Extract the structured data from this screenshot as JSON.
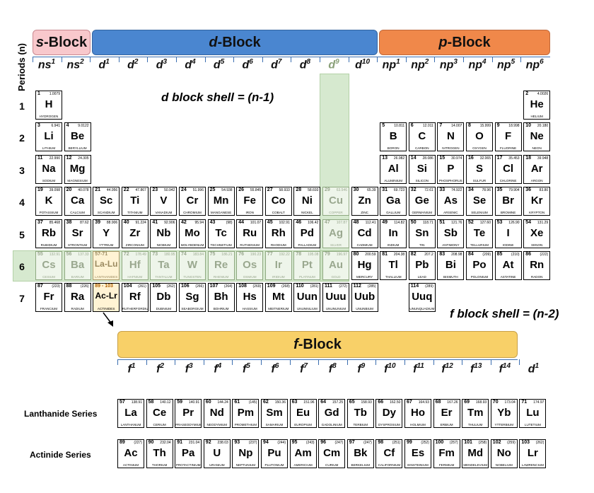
{
  "blocks": {
    "s": {
      "prefix": "s",
      "suffix": "-Block",
      "color": "#f8c8cc"
    },
    "d": {
      "prefix": "d",
      "suffix": "-Block",
      "color": "#4a86d0"
    },
    "p": {
      "prefix": "p",
      "suffix": "-Block",
      "color": "#f0884a"
    },
    "f": {
      "prefix": "f",
      "suffix": "-Block",
      "color": "#f8d068"
    }
  },
  "periods_label": "Periods (n)",
  "period_numbers": [
    "1",
    "2",
    "3",
    "4",
    "5",
    "6",
    "7"
  ],
  "orbitals_top": [
    {
      "b": "ns",
      "s": "1"
    },
    {
      "b": "ns",
      "s": "2"
    },
    {
      "b": "d",
      "s": "1"
    },
    {
      "b": "d",
      "s": "2"
    },
    {
      "b": "d",
      "s": "3"
    },
    {
      "b": "d",
      "s": "4"
    },
    {
      "b": "d",
      "s": "5"
    },
    {
      "b": "d",
      "s": "6"
    },
    {
      "b": "d",
      "s": "7"
    },
    {
      "b": "d",
      "s": "8"
    },
    {
      "b": "d",
      "s": "9"
    },
    {
      "b": "d",
      "s": "10"
    },
    {
      "b": "np",
      "s": "1"
    },
    {
      "b": "np",
      "s": "2"
    },
    {
      "b": "np",
      "s": "3"
    },
    {
      "b": "np",
      "s": "4"
    },
    {
      "b": "np",
      "s": "5"
    },
    {
      "b": "np",
      "s": "6"
    }
  ],
  "orbitals_f": [
    {
      "b": "f",
      "s": "1"
    },
    {
      "b": "f",
      "s": "2"
    },
    {
      "b": "f",
      "s": "3"
    },
    {
      "b": "f",
      "s": "4"
    },
    {
      "b": "f",
      "s": "5"
    },
    {
      "b": "f",
      "s": "6"
    },
    {
      "b": "f",
      "s": "7"
    },
    {
      "b": "f",
      "s": "8"
    },
    {
      "b": "f",
      "s": "9"
    },
    {
      "b": "f",
      "s": "10"
    },
    {
      "b": "f",
      "s": "11"
    },
    {
      "b": "f",
      "s": "12"
    },
    {
      "b": "f",
      "s": "13"
    },
    {
      "b": "f",
      "s": "14"
    },
    {
      "b": "d",
      "s": "1"
    }
  ],
  "shell_d": "d block shell = (n-1)",
  "shell_f": "f block shell = (n-2)",
  "lanthanide_label": "Lanthanide Series",
  "actinide_label": "Actinide Series",
  "elements": [
    {
      "n": "1",
      "m": "1.0079",
      "s": "H",
      "name": "HYDROGEN",
      "row": 1,
      "col": 1
    },
    {
      "n": "2",
      "m": "4.0026",
      "s": "He",
      "name": "HELIUM",
      "row": 1,
      "col": 18
    },
    {
      "n": "3",
      "m": "6.941",
      "s": "Li",
      "name": "LITHIUM",
      "row": 2,
      "col": 1
    },
    {
      "n": "4",
      "m": "9.0122",
      "s": "Be",
      "name": "BERYLLIUM",
      "row": 2,
      "col": 2
    },
    {
      "n": "5",
      "m": "10.811",
      "s": "B",
      "name": "BORON",
      "row": 2,
      "col": 13
    },
    {
      "n": "6",
      "m": "12.011",
      "s": "C",
      "name": "CARBON",
      "row": 2,
      "col": 14
    },
    {
      "n": "7",
      "m": "14.007",
      "s": "N",
      "name": "NITROGEN",
      "row": 2,
      "col": 15
    },
    {
      "n": "8",
      "m": "15.999",
      "s": "O",
      "name": "OXYGEN",
      "row": 2,
      "col": 16
    },
    {
      "n": "9",
      "m": "18.998",
      "s": "F",
      "name": "FLUORINE",
      "row": 2,
      "col": 17
    },
    {
      "n": "10",
      "m": "20.180",
      "s": "Ne",
      "name": "NEON",
      "row": 2,
      "col": 18
    },
    {
      "n": "11",
      "m": "22.990",
      "s": "Na",
      "name": "SODIUM",
      "row": 3,
      "col": 1
    },
    {
      "n": "12",
      "m": "24.305",
      "s": "Mg",
      "name": "MAGNESIUM",
      "row": 3,
      "col": 2
    },
    {
      "n": "13",
      "m": "26.982",
      "s": "Al",
      "name": "ALUMINIUM",
      "row": 3,
      "col": 13
    },
    {
      "n": "14",
      "m": "28.086",
      "s": "Si",
      "name": "SILICON",
      "row": 3,
      "col": 14
    },
    {
      "n": "15",
      "m": "30.974",
      "s": "P",
      "name": "PHOSPHORUS",
      "row": 3,
      "col": 15
    },
    {
      "n": "16",
      "m": "32.065",
      "s": "S",
      "name": "SULFUR",
      "row": 3,
      "col": 16
    },
    {
      "n": "17",
      "m": "35.453",
      "s": "Cl",
      "name": "CHLORINE",
      "row": 3,
      "col": 17
    },
    {
      "n": "18",
      "m": "39.948",
      "s": "Ar",
      "name": "ARGON",
      "row": 3,
      "col": 18
    },
    {
      "n": "19",
      "m": "39.098",
      "s": "K",
      "name": "POTASSIUM",
      "row": 4,
      "col": 1
    },
    {
      "n": "20",
      "m": "40.078",
      "s": "Ca",
      "name": "CALCIUM",
      "row": 4,
      "col": 2
    },
    {
      "n": "21",
      "m": "44.956",
      "s": "Sc",
      "name": "SCANDIUM",
      "row": 4,
      "col": 3
    },
    {
      "n": "22",
      "m": "47.867",
      "s": "Ti",
      "name": "TITANIUM",
      "row": 4,
      "col": 4
    },
    {
      "n": "23",
      "m": "50.942",
      "s": "V",
      "name": "VANADIUM",
      "row": 4,
      "col": 5
    },
    {
      "n": "24",
      "m": "51.996",
      "s": "Cr",
      "name": "CHROMIUM",
      "row": 4,
      "col": 6
    },
    {
      "n": "25",
      "m": "54.938",
      "s": "Mn",
      "name": "MANGANESE",
      "row": 4,
      "col": 7
    },
    {
      "n": "26",
      "m": "55.845",
      "s": "Fe",
      "name": "IRON",
      "row": 4,
      "col": 8
    },
    {
      "n": "27",
      "m": "58.933",
      "s": "Co",
      "name": "COBALT",
      "row": 4,
      "col": 9
    },
    {
      "n": "28",
      "m": "58.693",
      "s": "Ni",
      "name": "NICKEL",
      "row": 4,
      "col": 10
    },
    {
      "n": "29",
      "m": "63.546",
      "s": "Cu",
      "name": "COPPER",
      "row": 4,
      "col": 11,
      "fade": "g"
    },
    {
      "n": "30",
      "m": "65.39",
      "s": "Zn",
      "name": "ZINC",
      "row": 4,
      "col": 12
    },
    {
      "n": "31",
      "m": "69.723",
      "s": "Ga",
      "name": "GALLIUM",
      "row": 4,
      "col": 13
    },
    {
      "n": "32",
      "m": "72.61",
      "s": "Ge",
      "name": "GERMANIUM",
      "row": 4,
      "col": 14
    },
    {
      "n": "33",
      "m": "74.922",
      "s": "As",
      "name": "ARSENIC",
      "row": 4,
      "col": 15
    },
    {
      "n": "34",
      "m": "78.96",
      "s": "Se",
      "name": "SELENIUM",
      "row": 4,
      "col": 16
    },
    {
      "n": "35",
      "m": "79.904",
      "s": "Br",
      "name": "BROMINE",
      "row": 4,
      "col": 17
    },
    {
      "n": "36",
      "m": "83.80",
      "s": "Kr",
      "name": "KRYPTON",
      "row": 4,
      "col": 18
    },
    {
      "n": "37",
      "m": "85.468",
      "s": "Rb",
      "name": "RUBIDIUM",
      "row": 5,
      "col": 1
    },
    {
      "n": "38",
      "m": "87.62",
      "s": "Sr",
      "name": "STRONTIUM",
      "row": 5,
      "col": 2
    },
    {
      "n": "39",
      "m": "88.906",
      "s": "Y",
      "name": "YTTRIUM",
      "row": 5,
      "col": 3
    },
    {
      "n": "40",
      "m": "91.224",
      "s": "Zr",
      "name": "ZIRCONIUM",
      "row": 5,
      "col": 4
    },
    {
      "n": "41",
      "m": "92.906",
      "s": "Nb",
      "name": "NIOBIUM",
      "row": 5,
      "col": 5
    },
    {
      "n": "42",
      "m": "95.94",
      "s": "Mo",
      "name": "MOLYBDENUM",
      "row": 5,
      "col": 6
    },
    {
      "n": "43",
      "m": "(98)",
      "s": "Tc",
      "name": "TECHNETIUM",
      "row": 5,
      "col": 7
    },
    {
      "n": "44",
      "m": "101.07",
      "s": "Ru",
      "name": "RUTHENIUM",
      "row": 5,
      "col": 8
    },
    {
      "n": "45",
      "m": "102.91",
      "s": "Rh",
      "name": "RHODIUM",
      "row": 5,
      "col": 9
    },
    {
      "n": "46",
      "m": "106.42",
      "s": "Pd",
      "name": "PALLADIUM",
      "row": 5,
      "col": 10
    },
    {
      "n": "47",
      "m": "107.87",
      "s": "Ag",
      "name": "SILVER",
      "row": 5,
      "col": 11,
      "fade": "g"
    },
    {
      "n": "48",
      "m": "112.41",
      "s": "Cd",
      "name": "CADMIUM",
      "row": 5,
      "col": 12
    },
    {
      "n": "49",
      "m": "114.82",
      "s": "In",
      "name": "INDIUM",
      "row": 5,
      "col": 13
    },
    {
      "n": "50",
      "m": "118.71",
      "s": "Sn",
      "name": "TIN",
      "row": 5,
      "col": 14
    },
    {
      "n": "51",
      "m": "121.76",
      "s": "Sb",
      "name": "ANTIMONY",
      "row": 5,
      "col": 15
    },
    {
      "n": "52",
      "m": "127.60",
      "s": "Te",
      "name": "TELLURIUM",
      "row": 5,
      "col": 16
    },
    {
      "n": "53",
      "m": "126.90",
      "s": "I",
      "name": "IODINE",
      "row": 5,
      "col": 17
    },
    {
      "n": "54",
      "m": "131.29",
      "s": "Xe",
      "name": "XENON",
      "row": 5,
      "col": 18
    },
    {
      "n": "55",
      "m": "132.91",
      "s": "Cs",
      "name": "CESIUM",
      "row": 6,
      "col": 1,
      "fade": "g"
    },
    {
      "n": "56",
      "m": "137.33",
      "s": "Ba",
      "name": "BARIUM",
      "row": 6,
      "col": 2,
      "fade": "g"
    },
    {
      "n": "57-71",
      "m": "",
      "s": "La-Lu",
      "name": "LANTHANIDES",
      "row": 6,
      "col": 3,
      "fade": "y"
    },
    {
      "n": "72",
      "m": "178.49",
      "s": "Hf",
      "name": "HAFNIUM",
      "row": 6,
      "col": 4,
      "fade": "g"
    },
    {
      "n": "73",
      "m": "180.95",
      "s": "Ta",
      "name": "TANTALUM",
      "row": 6,
      "col": 5,
      "fade": "g"
    },
    {
      "n": "74",
      "m": "183.84",
      "s": "W",
      "name": "TUNGSTEN",
      "row": 6,
      "col": 6,
      "fade": "g"
    },
    {
      "n": "75",
      "m": "186.21",
      "s": "Re",
      "name": "RHENIUM",
      "row": 6,
      "col": 7,
      "fade": "g"
    },
    {
      "n": "76",
      "m": "190.23",
      "s": "Os",
      "name": "OSMIUM",
      "row": 6,
      "col": 8,
      "fade": "g"
    },
    {
      "n": "77",
      "m": "192.22",
      "s": "Ir",
      "name": "IRIDIUM",
      "row": 6,
      "col": 9,
      "fade": "g"
    },
    {
      "n": "78",
      "m": "195.08",
      "s": "Pt",
      "name": "PLATINUM",
      "row": 6,
      "col": 10,
      "fade": "g"
    },
    {
      "n": "79",
      "m": "196.97",
      "s": "Au",
      "name": "GOLD",
      "row": 6,
      "col": 11,
      "fade": "g"
    },
    {
      "n": "80",
      "m": "200.59",
      "s": "Hg",
      "name": "MERCURY",
      "row": 6,
      "col": 12
    },
    {
      "n": "81",
      "m": "204.38",
      "s": "Tl",
      "name": "THALLIUM",
      "row": 6,
      "col": 13
    },
    {
      "n": "82",
      "m": "207.2",
      "s": "Pb",
      "name": "LEAD",
      "row": 6,
      "col": 14
    },
    {
      "n": "83",
      "m": "208.98",
      "s": "Bi",
      "name": "BISMUTH",
      "row": 6,
      "col": 15
    },
    {
      "n": "84",
      "m": "(209)",
      "s": "Po",
      "name": "POLONIUM",
      "row": 6,
      "col": 16
    },
    {
      "n": "85",
      "m": "(210)",
      "s": "At",
      "name": "ASTATINE",
      "row": 6,
      "col": 17
    },
    {
      "n": "86",
      "m": "(222)",
      "s": "Rn",
      "name": "RADON",
      "row": 6,
      "col": 18
    },
    {
      "n": "87",
      "m": "(223)",
      "s": "Fr",
      "name": "FRANCIUM",
      "row": 7,
      "col": 1
    },
    {
      "n": "88",
      "m": "(226)",
      "s": "Ra",
      "name": "RADIUM",
      "row": 7,
      "col": 2
    },
    {
      "n": "89 - 103",
      "m": "",
      "s": "Ac-Lr",
      "name": "ACTINIDES",
      "row": 7,
      "col": 3,
      "fade": "y2"
    },
    {
      "n": "104",
      "m": "(261)",
      "s": "Rf",
      "name": "RUTHERFORDIUM",
      "row": 7,
      "col": 4
    },
    {
      "n": "105",
      "m": "(262)",
      "s": "Db",
      "name": "DUBNIUM",
      "row": 7,
      "col": 5
    },
    {
      "n": "106",
      "m": "(266)",
      "s": "Sg",
      "name": "SEABORGIUM",
      "row": 7,
      "col": 6
    },
    {
      "n": "107",
      "m": "(264)",
      "s": "Bh",
      "name": "BOHRIUM",
      "row": 7,
      "col": 7
    },
    {
      "n": "108",
      "m": "(269)",
      "s": "Hs",
      "name": "HASSIUM",
      "row": 7,
      "col": 8
    },
    {
      "n": "109",
      "m": "(268)",
      "s": "Mt",
      "name": "MEITNERIUM",
      "row": 7,
      "col": 9
    },
    {
      "n": "110",
      "m": "(281)",
      "s": "Uun",
      "name": "UNUNNILIUM",
      "row": 7,
      "col": 10
    },
    {
      "n": "111",
      "m": "(272)",
      "s": "Uuu",
      "name": "UNUNUNIUM",
      "row": 7,
      "col": 11
    },
    {
      "n": "112",
      "m": "(285)",
      "s": "Uub",
      "name": "UNUNBIUM",
      "row": 7,
      "col": 12
    },
    {
      "n": "114",
      "m": "(289)",
      "s": "Uuq",
      "name": "UNUNQUADIUM",
      "row": 7,
      "col": 14
    }
  ],
  "lanthanides": [
    {
      "n": "57",
      "m": "138.91",
      "s": "La",
      "name": "LANTHANUM"
    },
    {
      "n": "58",
      "m": "140.12",
      "s": "Ce",
      "name": "CERIUM"
    },
    {
      "n": "59",
      "m": "140.91",
      "s": "Pr",
      "name": "PRASEODYMIUM"
    },
    {
      "n": "60",
      "m": "144.24",
      "s": "Nd",
      "name": "NEODYMIUM"
    },
    {
      "n": "61",
      "m": "(145)",
      "s": "Pm",
      "name": "PROMETHIUM"
    },
    {
      "n": "62",
      "m": "150.36",
      "s": "Sm",
      "name": "SAMARIUM"
    },
    {
      "n": "63",
      "m": "151.96",
      "s": "Eu",
      "name": "EUROPIUM"
    },
    {
      "n": "64",
      "m": "157.25",
      "s": "Gd",
      "name": "GADOLINIUM"
    },
    {
      "n": "65",
      "m": "158.93",
      "s": "Tb",
      "name": "TERBIUM"
    },
    {
      "n": "66",
      "m": "162.50",
      "s": "Dy",
      "name": "DYSPROSIUM"
    },
    {
      "n": "67",
      "m": "164.93",
      "s": "Ho",
      "name": "HOLMIUM"
    },
    {
      "n": "68",
      "m": "167.26",
      "s": "Er",
      "name": "ERBIUM"
    },
    {
      "n": "69",
      "m": "168.93",
      "s": "Tm",
      "name": "THULIUM"
    },
    {
      "n": "70",
      "m": "173.04",
      "s": "Yb",
      "name": "YTTERBIUM"
    },
    {
      "n": "71",
      "m": "174.97",
      "s": "Lu",
      "name": "LUTETIUM"
    }
  ],
  "actinides": [
    {
      "n": "89",
      "m": "(227)",
      "s": "Ac",
      "name": "ACTINIUM"
    },
    {
      "n": "90",
      "m": "232.04",
      "s": "Th",
      "name": "THORIUM"
    },
    {
      "n": "91",
      "m": "231.04",
      "s": "Pa",
      "name": "PROTACTINIUM"
    },
    {
      "n": "92",
      "m": "238.03",
      "s": "U",
      "name": "URANIUM"
    },
    {
      "n": "93",
      "m": "(237)",
      "s": "Np",
      "name": "NEPTUNIUM"
    },
    {
      "n": "94",
      "m": "(244)",
      "s": "Pu",
      "name": "PLUTONIUM"
    },
    {
      "n": "95",
      "m": "(243)",
      "s": "Am",
      "name": "AMERICIUM"
    },
    {
      "n": "96",
      "m": "(247)",
      "s": "Cm",
      "name": "CURIUM"
    },
    {
      "n": "97",
      "m": "(247)",
      "s": "Bk",
      "name": "BERKELIUM"
    },
    {
      "n": "98",
      "m": "(251)",
      "s": "Cf",
      "name": "CALIFORNIUM"
    },
    {
      "n": "99",
      "m": "(252)",
      "s": "Es",
      "name": "EINSTEINIUM"
    },
    {
      "n": "100",
      "m": "(257)",
      "s": "Fm",
      "name": "FERMIUM"
    },
    {
      "n": "101",
      "m": "(258)",
      "s": "Md",
      "name": "MENDELEVIUM"
    },
    {
      "n": "102",
      "m": "(259)",
      "s": "No",
      "name": "NOBELIUM"
    },
    {
      "n": "103",
      "m": "(262)",
      "s": "Lr",
      "name": "LAWRENCIUM"
    }
  ]
}
